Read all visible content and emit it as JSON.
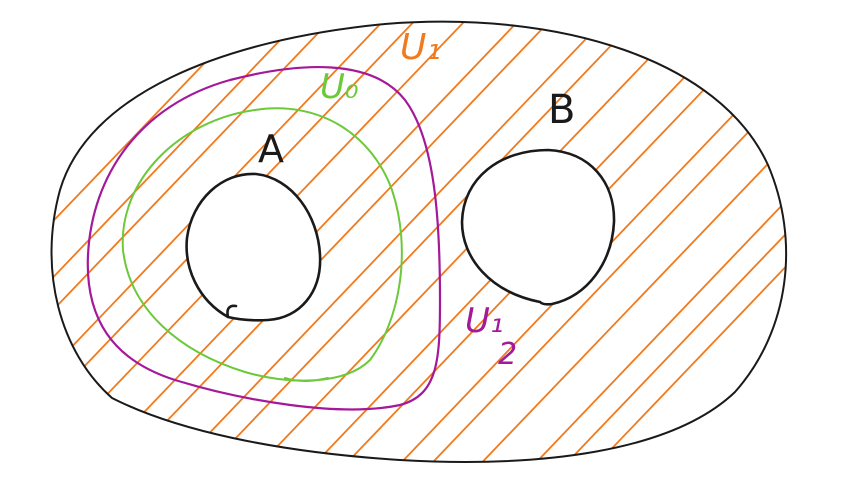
{
  "colors": {
    "outline": "#1a1a1a",
    "u1": "#f07a1e",
    "u0": "#6cc93a",
    "u_half": "#a3199a",
    "background": "#ffffff"
  },
  "labels": {
    "u1": "U₁",
    "u0": "U₀",
    "u_half_main": "U₁",
    "u_half_denominator": "2",
    "set_a": "A",
    "set_b": "B"
  }
}
